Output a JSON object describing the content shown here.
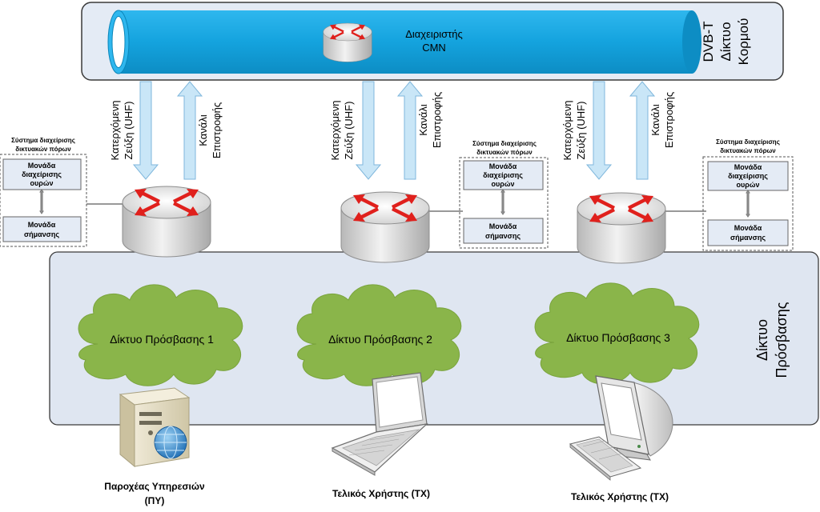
{
  "core_network": {
    "label_line1": "DVB-T",
    "label_line2": "Δίκτυο",
    "label_line3": "Κορμού",
    "manager_line1": "Διαχειριστής",
    "manager_line2": "CMN"
  },
  "access_network": {
    "label_line1": "Δίκτυο",
    "label_line2": "Πρόσβασης"
  },
  "links": {
    "downlink_line1": "Κατερχόμενη",
    "downlink_line2": "Ζεύξη (UHF)",
    "return_line1": "Κανάλι",
    "return_line2": "Επιστροφής"
  },
  "rms": {
    "title_line1": "Σύστημα διαχείρισης",
    "title_line2": "δικτυακών πόρων",
    "queue_line1": "Μονάδα",
    "queue_line2": "διαχείρισης",
    "queue_line3": "ουρών",
    "sign_line1": "Μονάδα",
    "sign_line2": "σήμανσης"
  },
  "clouds": [
    "Δίκτυο Πρόσβασης 1",
    "Δίκτυο Πρόσβασης 2",
    "Δίκτυο Πρόσβασης 3"
  ],
  "devices": {
    "server_line1": "Παροχέας Υπηρεσιών",
    "server_line2": "(ΠΥ)",
    "laptop_label": "Τελικός Χρήστης (ΤΧ)",
    "desktop_label": "Τελικός Χρήστης (ΤΧ)"
  },
  "colors": {
    "pipe": "#1aa6e0",
    "panel_bg": "#dfe6f1",
    "cloud": "#8ab54a",
    "router_arrow": "#e0201c",
    "link_arrow": "#b9def4"
  }
}
